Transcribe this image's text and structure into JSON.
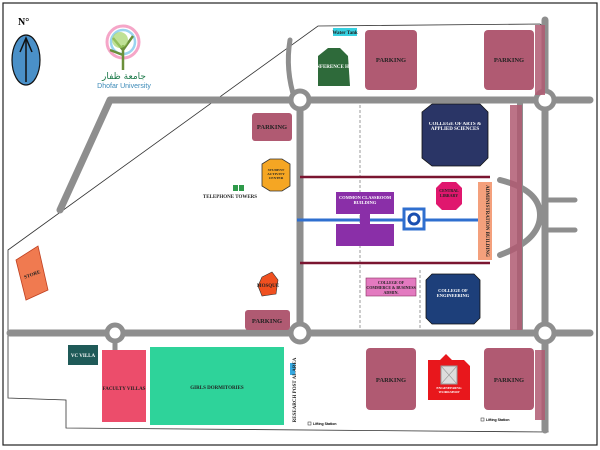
{
  "compass": {
    "label": "N°",
    "icon": "north-arrow-icon"
  },
  "logo": {
    "arabic": "جامعة ظفار",
    "name": "Dhofar University"
  },
  "colors": {
    "parking": "#b05a72",
    "road": "#8e8e8e",
    "conference": "#2e6a3a",
    "arts": "#2a3566",
    "classroom": "#8a2fa8",
    "library": "#e0176e",
    "admin": "#f4a07c",
    "commerce": "#e37ac0",
    "engineering": "#1d3f7a",
    "workshop": "#e8171c",
    "dormitories": "#2ed39a",
    "faculty_villas": "#ec4d6b",
    "vc_villa": "#1f5a58",
    "student_center": "#f5a623",
    "mosque": "#f05020",
    "axis": "#2f6fcf",
    "walkway": "#7a1530"
  },
  "buildings": {
    "water_tank": "Water Tank",
    "conference_hall": "CONFERENCE HALL",
    "arts": "COLLEGE OF ARTS & APPLIED SCIENCES",
    "student_center": "STUDENT ACTIVITY CENTER",
    "telephone_towers": "TELEPHONE TOWERS",
    "classroom": "COMMON CLASSROOM BUILDING",
    "library": "CENTRAL LIBRARY",
    "admin": "ADMINISTRATION BUILDING",
    "store": "STORE",
    "mosque": "MOSQUE",
    "commerce": "COLLEGE OF COMMERCE & BUSINESS ADMIN.",
    "engineering": "COLLEGE OF ENGINEERING",
    "vc_villa": "VC VILLA",
    "faculty_villas": "FACULTY VILLAS",
    "dormitories": "GIRLS DORMITORIES",
    "research": "RESEARCH POST AL AREA",
    "workshop": "ENGINEERING WORKSHOP"
  },
  "parking": {
    "top_center": "PARKING",
    "top_right": "PARKING",
    "left_upper": "PARKING",
    "left_lower": "PARKING",
    "bottom_center": "PARKING",
    "bottom_right": "PARKING"
  },
  "stations": {
    "left": "Lifting Station",
    "right": "Lifting Station"
  }
}
